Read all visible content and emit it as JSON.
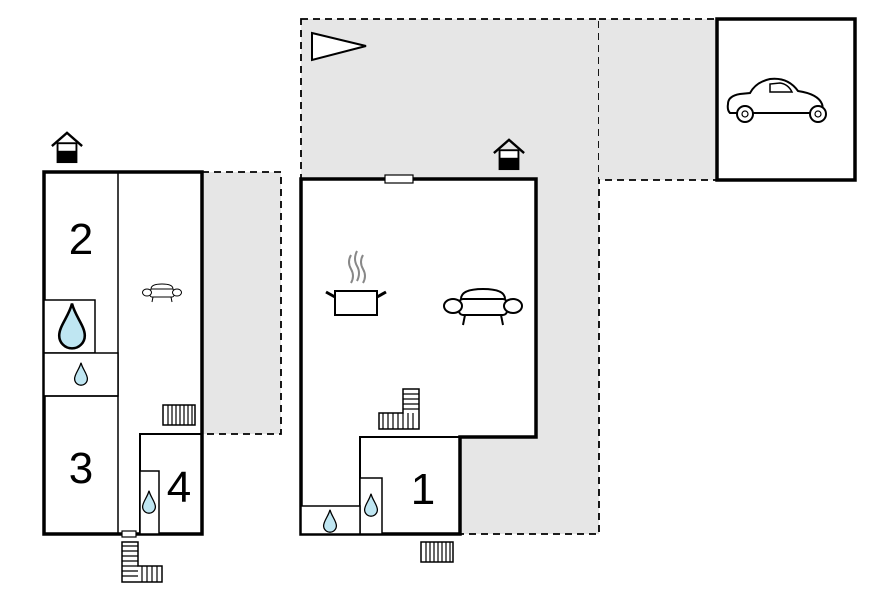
{
  "rooms": {
    "room_2": "2",
    "room_3": "3",
    "room_4": "4",
    "room_1": "1"
  },
  "colors": {
    "wall": "#000000",
    "outdoor_area": "#e6e6e6",
    "water_drop": "#bfe6f2",
    "background": "#ffffff"
  },
  "icons": {
    "entrance": "house-entrance-icon",
    "sofa": "sofa-icon",
    "kitchen": "cooking-pot-icon",
    "bathroom": "water-drop-icon",
    "stairs": "staircase-icon",
    "radiator": "radiator-icon",
    "parking": "car-icon",
    "flag": "pennant-flag-icon"
  }
}
